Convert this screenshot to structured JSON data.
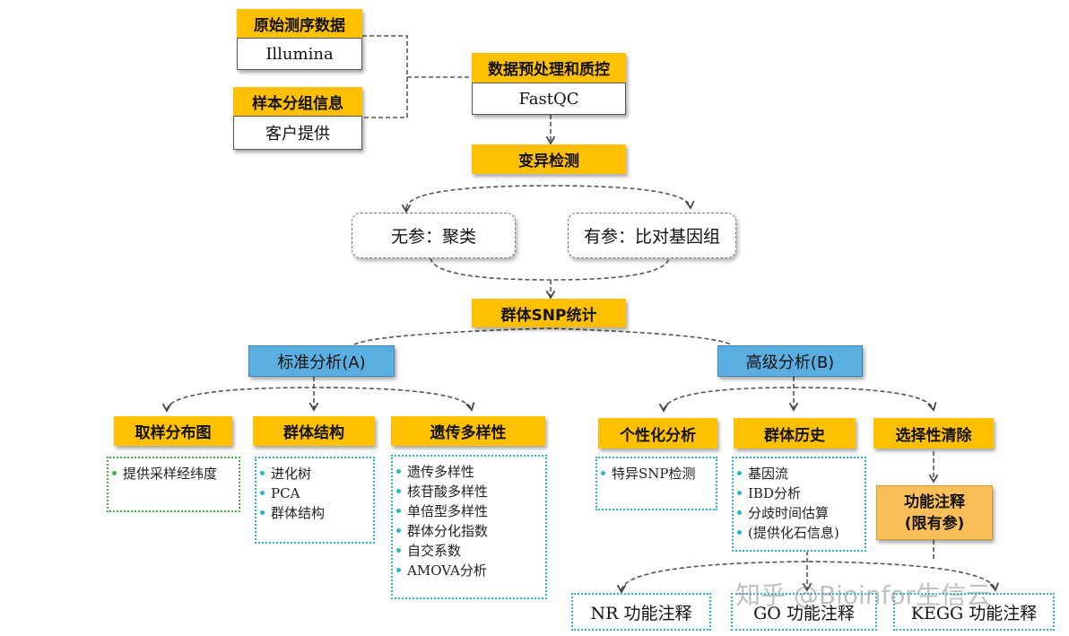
{
  "raw_data": {
    "title": "原始测序数据",
    "value": "Illumina"
  },
  "sample_group": {
    "title": "样本分组信息",
    "value": "客户提供"
  },
  "preprocess": {
    "title": "数据预处理和质控",
    "value": "FastQC"
  },
  "variant": {
    "title": "变异检测"
  },
  "no_ref": {
    "label": "无参：聚类"
  },
  "with_ref": {
    "label": "有参：比对基因组"
  },
  "snp_stats": {
    "title": "群体SNP统计"
  },
  "standard": {
    "title": "标准分析(A)",
    "sampling": {
      "title": "取样分布图",
      "items": [
        "提供采样经纬度"
      ]
    },
    "structure": {
      "title": "群体结构",
      "items": [
        "进化树",
        "PCA",
        "群体结构"
      ]
    },
    "diversity": {
      "title": "遗传多样性",
      "items": [
        "遗传多样性",
        "核苷酸多样性",
        "单倍型多样性",
        "群体分化指数",
        "自交系数",
        "AMOVA分析"
      ]
    }
  },
  "advanced": {
    "title": "高级分析(B)",
    "personal": {
      "title": "个性化分析",
      "items": [
        "特异SNP检测"
      ]
    },
    "history": {
      "title": "群体历史",
      "items": [
        "基因流",
        "IBD分析",
        "分歧时间估算",
        "(提供化石信息)"
      ]
    },
    "selection": {
      "title": "选择性清除"
    },
    "function": {
      "line1": "功能注释",
      "line2": "(限有参)"
    }
  },
  "annotations": {
    "nr": "NR 功能注释",
    "go": "GO 功能注释",
    "kegg": "KEGG 功能注释"
  },
  "watermark": "知乎 @Bioinfor生信云",
  "colors": {
    "header": "#ffc000",
    "blue": "#5aafe0",
    "func": "#fbbf5a",
    "dotted": "#2cb5c0",
    "green": "#3fb43f"
  }
}
